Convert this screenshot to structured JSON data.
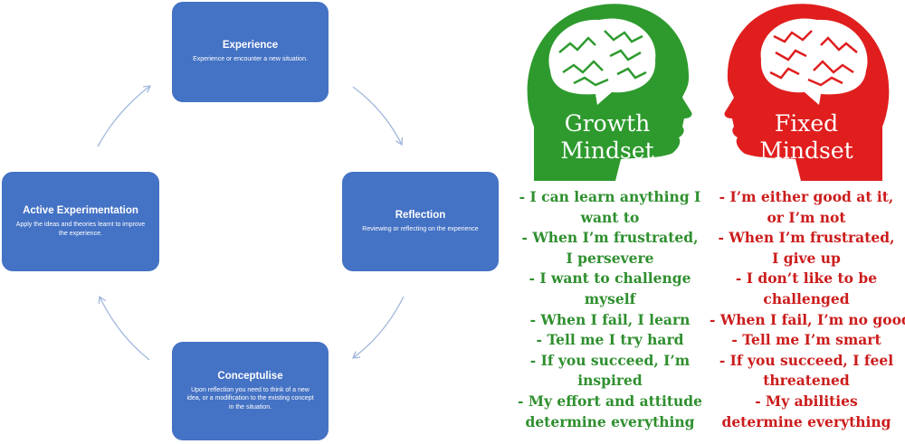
{
  "cycle": {
    "experience": {
      "title": "Experience",
      "desc": "Experience or encounter a new situation."
    },
    "reflection": {
      "title": "Reflection",
      "desc": "Reviewing or reflecting on the experience"
    },
    "conceptualise": {
      "title": "Conceptulise",
      "desc_lines": [
        "Upon reflection you need to think of a new",
        "idea, or a modification to the existing concept",
        "in the situation."
      ]
    },
    "active": {
      "title": "Active Experimentation",
      "desc_lines": [
        "Apply the ideas and theories learnt to improve",
        "the experience."
      ]
    },
    "box_color": "#4472c4",
    "arrow_color": "#9fb6dc"
  },
  "growth": {
    "title_lines": [
      "Growth",
      "Mindset"
    ],
    "color": "#2e9a2e",
    "items": [
      "- I can learn anything I",
      "want to",
      "- When I’m frustrated,",
      "I persevere",
      "- I want to challenge",
      "myself",
      "- When I fail, I learn",
      "- Tell me I try hard",
      "- If you succeed, I’m",
      "inspired",
      "- My effort and attitude",
      "determine everything"
    ]
  },
  "fixed": {
    "title_lines": [
      "Fixed",
      "Mindset"
    ],
    "color": "#e01e1e",
    "items": [
      "- I’m either good at it,",
      "or I’m not",
      "- When I’m frustrated,",
      "I give up",
      "- I don’t like to be",
      "challenged",
      "- When I fail, I’m no good",
      "- Tell me I’m smart",
      "- If you succeed, I feel",
      "threatened",
      "- My abilities",
      "determine everything"
    ]
  }
}
